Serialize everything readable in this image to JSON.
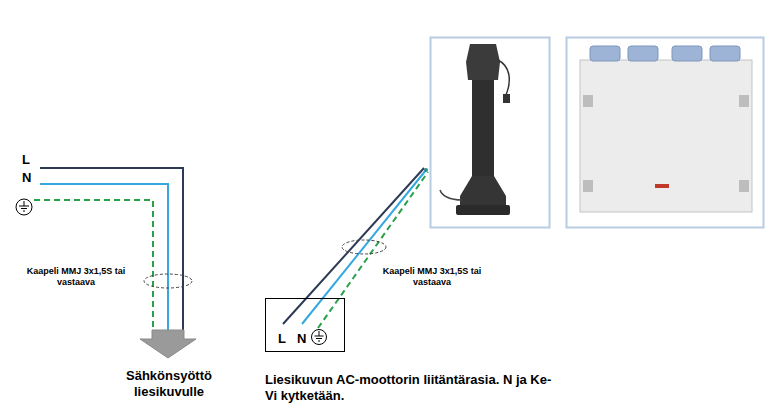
{
  "diagram": {
    "nodes": [
      {
        "text": [
          "L",
          "N"
        ]
      }
    ],
    "labels": [
      "L",
      "N",
      "Kaapeli MMJ 3x1,5S tai vastaava",
      "Kaapeli MMJ 3x1,5S tai vastaava",
      "Sähkönsyöttö liesikuvulle",
      "Liesikuvun AC-moottorin liitäntärasia. N ja Ke-Vi kytketään."
    ]
  }
}
